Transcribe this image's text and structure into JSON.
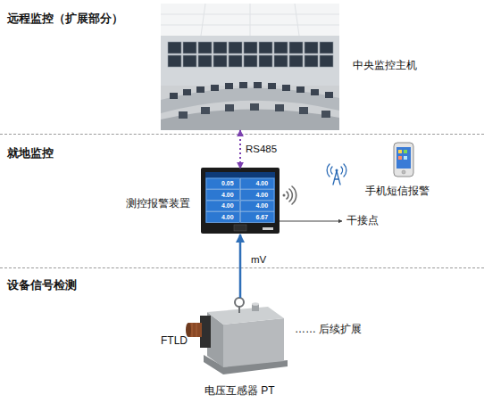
{
  "diagram": {
    "nodes": [
      {
        "text": [
          "远程监控（扩展部分）"
        ]
      },
      {
        "text": [
          "中央监控主机"
        ],
        "in": 0
      },
      {
        "text": [
          "就地监控"
        ]
      },
      {
        "text": [
          "测控报警装置"
        ],
        "in": 2
      },
      {
        "text": [
          "手机短信报警"
        ],
        "in": 2
      },
      {
        "text": [
          "干接点"
        ],
        "in": 2
      },
      {
        "text": [
          "设备信号检测"
        ]
      },
      {
        "text": [
          "电压互感器 PT"
        ],
        "in": 6
      }
    ],
    "edges": [
      {
        "from": 1,
        "to": 3,
        "arrow": "both",
        "label": "RS485"
      },
      {
        "from": 7,
        "to": 3,
        "arrow": "to",
        "label": "mV"
      },
      {
        "from": 3,
        "to": 5,
        "arrow": "to"
      }
    ],
    "labels": [
      "0.05",
      "4.00",
      "4.00",
      "4.00",
      "4.00",
      "4.00",
      "4.00",
      "6.67",
      "FTLD",
      "…… 后续扩展"
    ]
  }
}
